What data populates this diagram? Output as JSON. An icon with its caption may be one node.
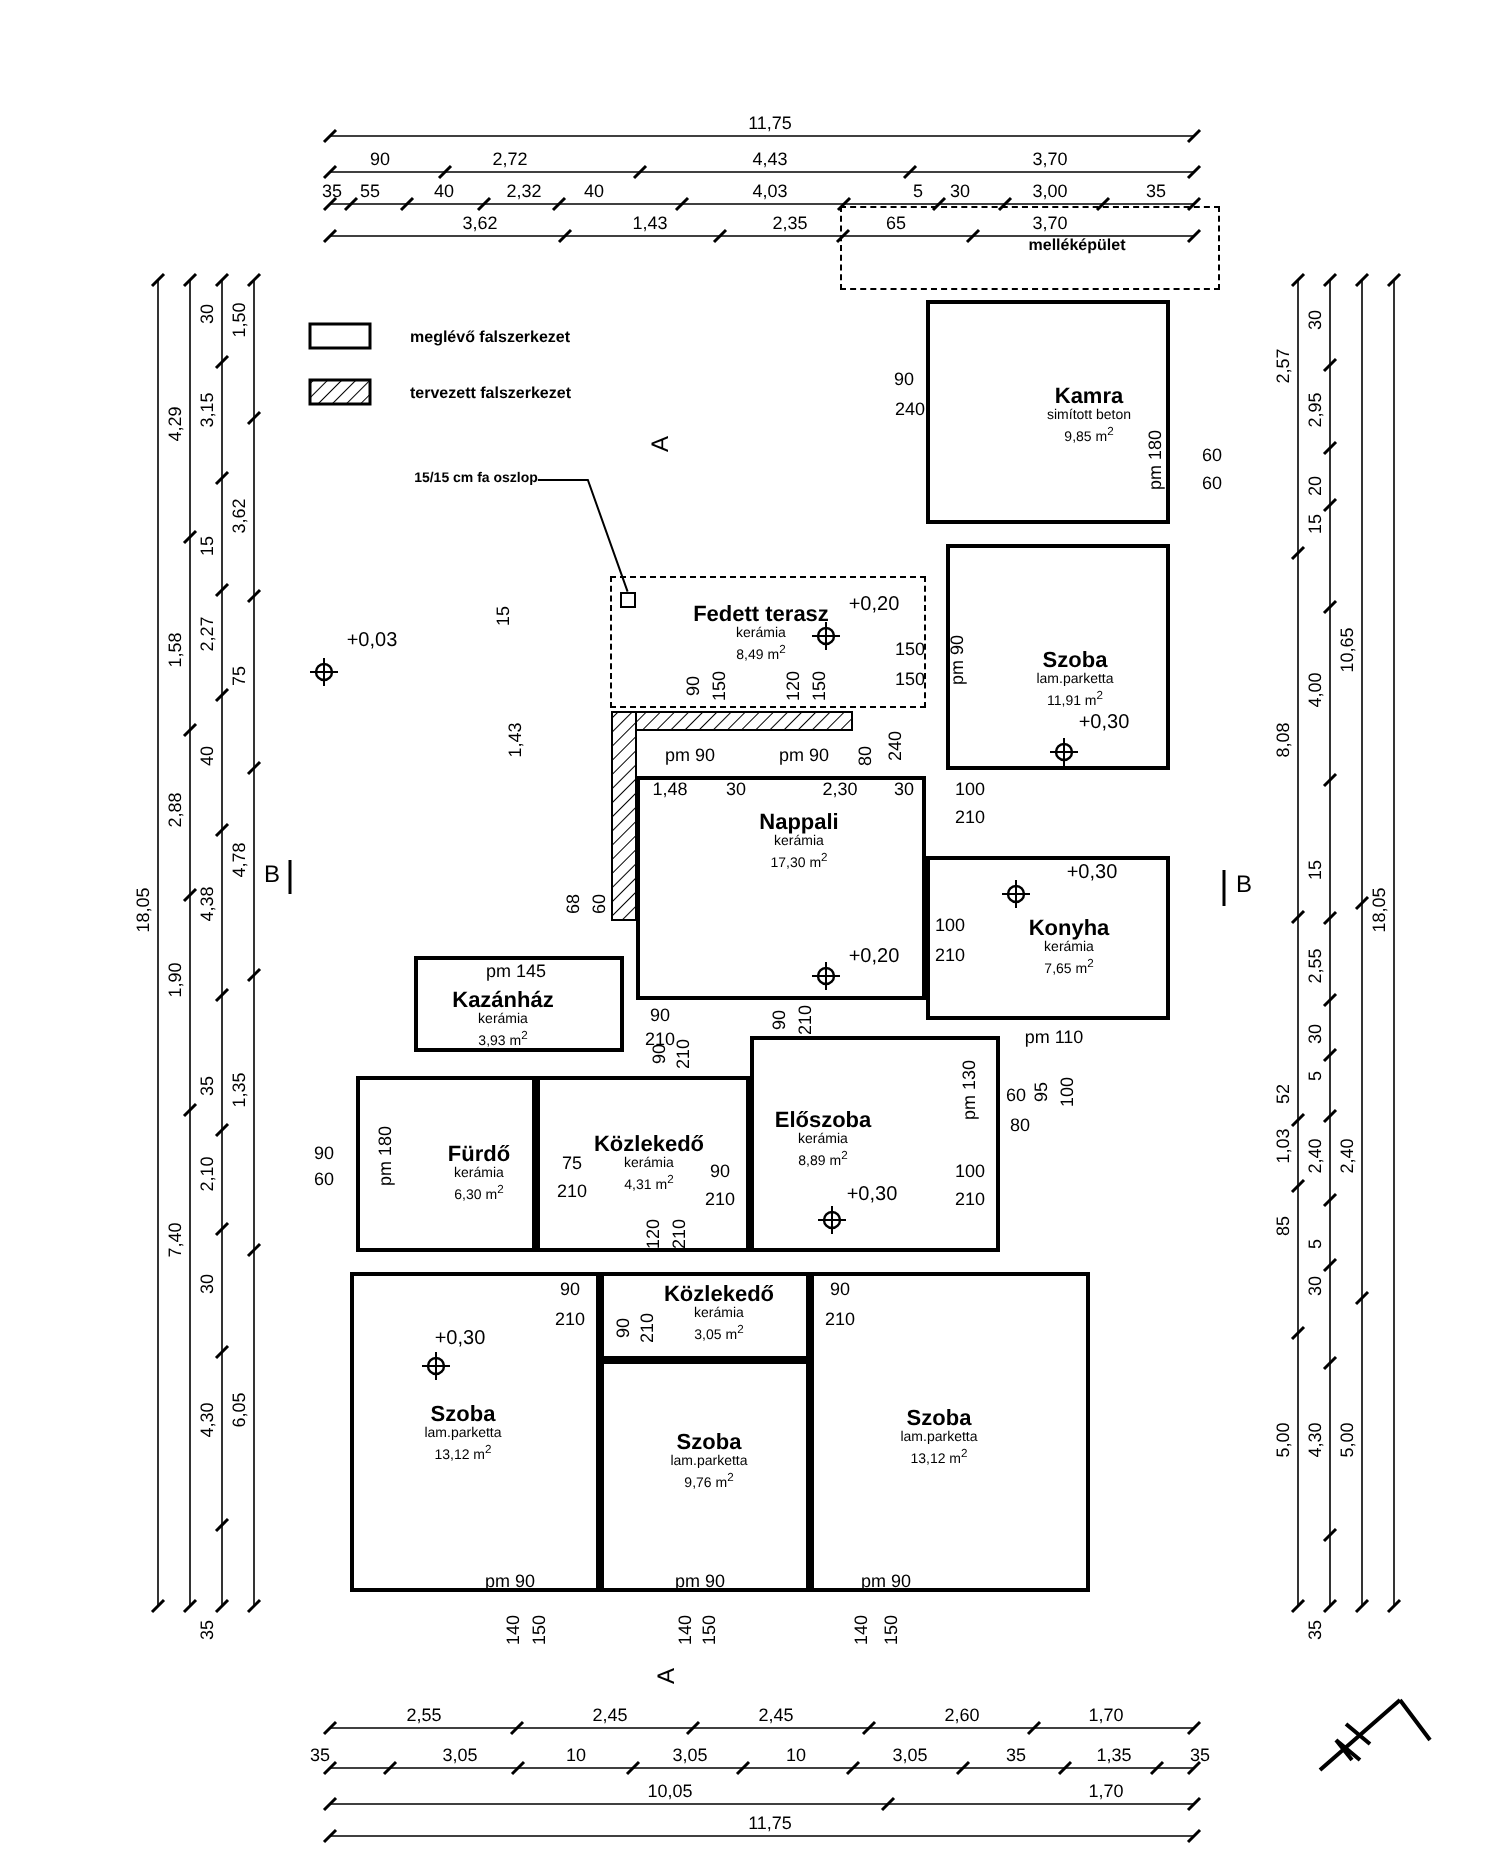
{
  "diagram": {
    "nodes": [
      {
        "text": [
          "melléképület"
        ]
      },
      {
        "text": [
          "Kamra",
          "simított beton",
          "9,85 m$^{2}$"
        ]
      },
      {
        "text": [
          "15/15 cm fa oszlop"
        ]
      },
      {
        "text": [],
        "shape": "box",
        "in": 4
      },
      {
        "text": [
          "Fedett terasz",
          "kerámia",
          "8,49 m$^{2}$"
        ]
      },
      {
        "text": [
          "Szoba",
          "lam.parketta",
          "11,91 m$^{2}$"
        ]
      },
      {
        "text": [
          "Nappali",
          "kerámia",
          "17,30 m$^{2}$"
        ]
      },
      {
        "text": [
          "Konyha",
          "kerámia",
          "7,65 m$^{2}$"
        ]
      },
      {
        "text": [
          "Kazánház",
          "kerámia",
          "3,93 m$^{2}$"
        ]
      },
      {
        "text": [
          "Fürdő",
          "kerámia",
          "6,30 m$^{2}$"
        ]
      },
      {
        "text": [
          "Közlekedő",
          "kerámia",
          "4,31 m$^{2}$"
        ]
      },
      {
        "text": [
          "Előszoba",
          "kerámia",
          "8,89 m$^{2}$"
        ]
      },
      {
        "text": [
          "Közlekedő",
          "kerámia",
          "3,05 m$^{2}$"
        ]
      },
      {
        "text": [
          "Szoba",
          "lam.parketta",
          "13,12 m$^{2}$"
        ]
      },
      {
        "text": [
          "Szoba",
          "lam.parketta",
          "9,76 m$^{2}$"
        ]
      },
      {
        "text": [
          "Szoba",
          "lam.parketta",
          "13,12 m$^{2}$"
        ]
      }
    ],
    "edges": [
      {
        "from": 2,
        "to": 3,
        "arrow": "none"
      }
    ],
    "labels": [
      "11,75",
      "90",
      "2,72",
      "4,43",
      "3,70",
      "35",
      "55",
      "40",
      "2,32",
      "40",
      "4,03",
      "5",
      "30",
      "3,00",
      "35",
      "3,62",
      "1,43",
      "2,35",
      "65",
      "3,70",
      "18,05",
      "4,29",
      "1,58",
      "2,88",
      "1,90",
      "7,40",
      "30",
      "3,15",
      "15",
      "2,27",
      "40",
      "4,38",
      "35",
      "2,10",
      "30",
      "4,30",
      "35",
      "1,50",
      "3,62",
      "75",
      "4,78",
      "1,35",
      "6,05",
      "90",
      "240",
      "pm 180",
      "60",
      "60",
      "A",
      "+0,03",
      "15",
      "1,43",
      "+0,20",
      "150",
      "150",
      "pm 90",
      "+0,30",
      "90",
      "150",
      "120",
      "150",
      "pm 90",
      "pm 90",
      "80",
      "240",
      "1,48",
      "30",
      "2,30",
      "30",
      "100",
      "210",
      "B",
      "+0,30",
      "68",
      "60",
      "100",
      "210",
      "+0,20",
      "pm 145",
      "90",
      "210",
      "90",
      "210",
      "90",
      "210",
      "pm 110",
      "pm 130",
      "60",
      "95",
      "100",
      "80",
      "90",
      "60",
      "pm 180",
      "75",
      "210",
      "90",
      "210",
      "100",
      "210",
      "+0,30",
      "120",
      "210",
      "90",
      "210",
      "90",
      "210",
      "+0,30",
      "90",
      "210",
      "pm 90",
      "pm 90",
      "pm 90",
      "140",
      "150",
      "140",
      "150",
      "140",
      "150",
      "A",
      "B",
      "2,57",
      "8,08",
      "52",
      "1,03",
      "85",
      "5,00",
      "30",
      "20",
      "2,95",
      "15",
      "4,00",
      "15",
      "2,55",
      "30",
      "5",
      "2,40",
      "5",
      "30",
      "4,30",
      "35",
      "10,65",
      "2,40",
      "5,00",
      "18,05",
      "2,55",
      "2,45",
      "2,45",
      "2,60",
      "1,70",
      "35",
      "3,05",
      "10",
      "3,05",
      "10",
      "3,05",
      "35",
      "1,35",
      "35",
      "10,05",
      "1,70",
      "11,75"
    ],
    "legend": [
      {
        "text": "meglévő falszerkezet"
      },
      {
        "text": "tervezett falszerkezet"
      }
    ]
  }
}
